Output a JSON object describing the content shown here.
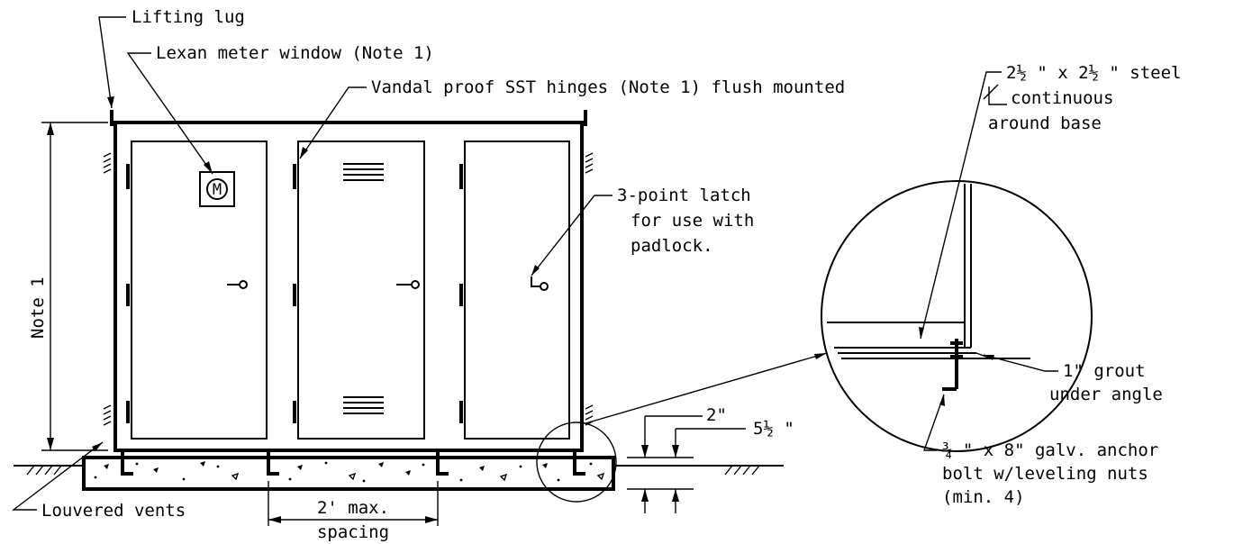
{
  "labels": {
    "lifting_lug": "Lifting lug",
    "lexan_window": "Lexan meter window (Note 1)",
    "hinges": "Vandal proof SST hinges (Note 1) flush mounted",
    "latch_line1": "3-point latch",
    "latch_line2": "for use with",
    "latch_line3": "padlock.",
    "note1": "Note 1",
    "louvered_vents": "Louvered vents",
    "spacing_line1": "2' max.",
    "spacing_line2": "spacing",
    "dim_2in": "2\"",
    "dim_5_5in": "5½ \"",
    "angle_line1": "2½ \" x 2½ \" steel",
    "angle_line2": "continuous",
    "angle_line3": "around base",
    "grout_line1": "1\" grout",
    "grout_line2": "under angle",
    "anchor_line1": "¾ \" x 8\" galv. anchor",
    "anchor_line2": "bolt w/leveling nuts",
    "anchor_line3": "(min. 4)",
    "meter_symbol": "M"
  }
}
